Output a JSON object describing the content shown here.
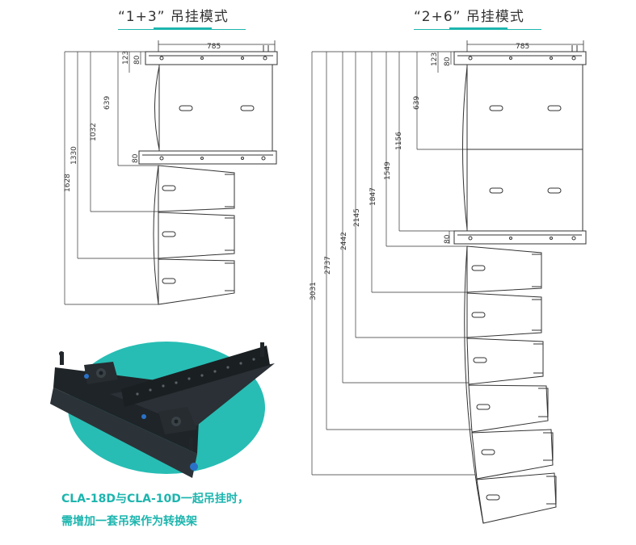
{
  "titles": {
    "left": "“1+3” 吊挂模式",
    "right": "“2+6” 吊挂模式"
  },
  "left_diagram": {
    "width_label": "785",
    "dims": [
      "123",
      "80",
      "639",
      "80",
      "1032",
      "1330",
      "1628"
    ]
  },
  "right_diagram": {
    "width_label": "785",
    "dims": [
      "123",
      "80",
      "639",
      "1156",
      "80",
      "1549",
      "1847",
      "2145",
      "2442",
      "2737",
      "3031"
    ]
  },
  "caption": {
    "line1": "CLA-18D与CLA-10D一起吊挂时，",
    "line2": "需增加一套吊架作为转换架"
  },
  "colors": {
    "accent": "#1cb5ae",
    "line": "#333333"
  }
}
